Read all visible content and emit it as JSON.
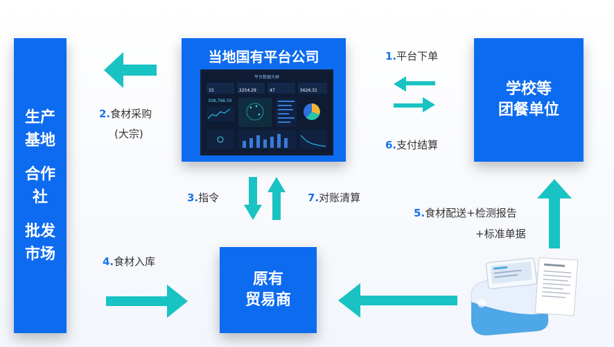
{
  "nodes": {
    "base": {
      "lines": [
        "生产",
        "基地",
        "",
        "合作",
        "社",
        "",
        "批发",
        "市场"
      ]
    },
    "platform": {
      "title": "当地国有平台公司"
    },
    "school": {
      "line1": "学校等",
      "line2": "团餐单位"
    },
    "trader": {
      "line1": "原有",
      "line2": "贸易商"
    }
  },
  "edges": {
    "e1": {
      "num": "1.",
      "text": "平台下单"
    },
    "e2": {
      "num": "2.",
      "text": "食材采购",
      "sub": "(大宗)"
    },
    "e3": {
      "num": "3.",
      "text": "指令"
    },
    "e4": {
      "num": "4.",
      "text": "食材入库"
    },
    "e5": {
      "num": "5.",
      "text": "食材配送+检测报告",
      "sub": "+标准单据"
    },
    "e6": {
      "num": "6.",
      "text": "支付结算"
    },
    "e7": {
      "num": "7.",
      "text": "对账清算"
    }
  },
  "dashboard": {
    "title": "平台数据大屏",
    "kpis": [
      "15",
      "2254.29",
      "47",
      "5626.31"
    ],
    "big": "308,768.59"
  },
  "colors": {
    "box": "#0d6bf0",
    "arrow": "#19c3c3",
    "number": "#1a73e8"
  }
}
